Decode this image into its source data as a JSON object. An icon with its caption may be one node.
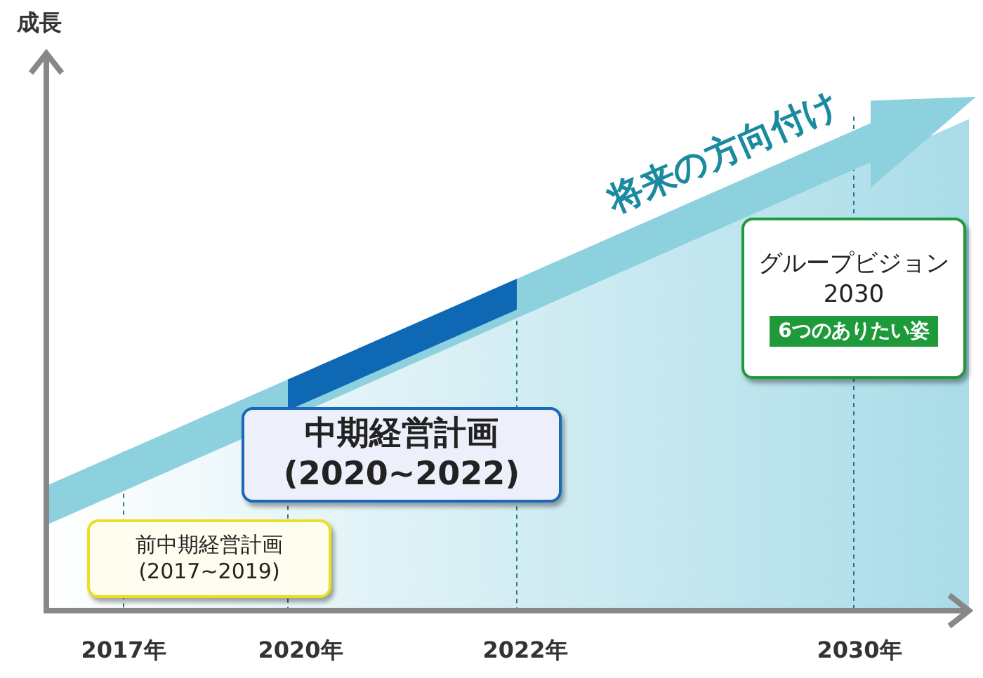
{
  "diagram": {
    "nodes": [
      {
        "text": [
          "前中期経営計画",
          "(2017~2019)"
        ]
      },
      {
        "text": [
          "中期経営計画",
          "(2020~2022)"
        ]
      },
      {
        "text": [
          "グループビジョン 2030",
          "6つのありたい姿"
        ]
      }
    ],
    "labels": [
      "成長",
      "将来の方向付け",
      "2017年",
      "2020年",
      "2022年",
      "2030年"
    ]
  }
}
